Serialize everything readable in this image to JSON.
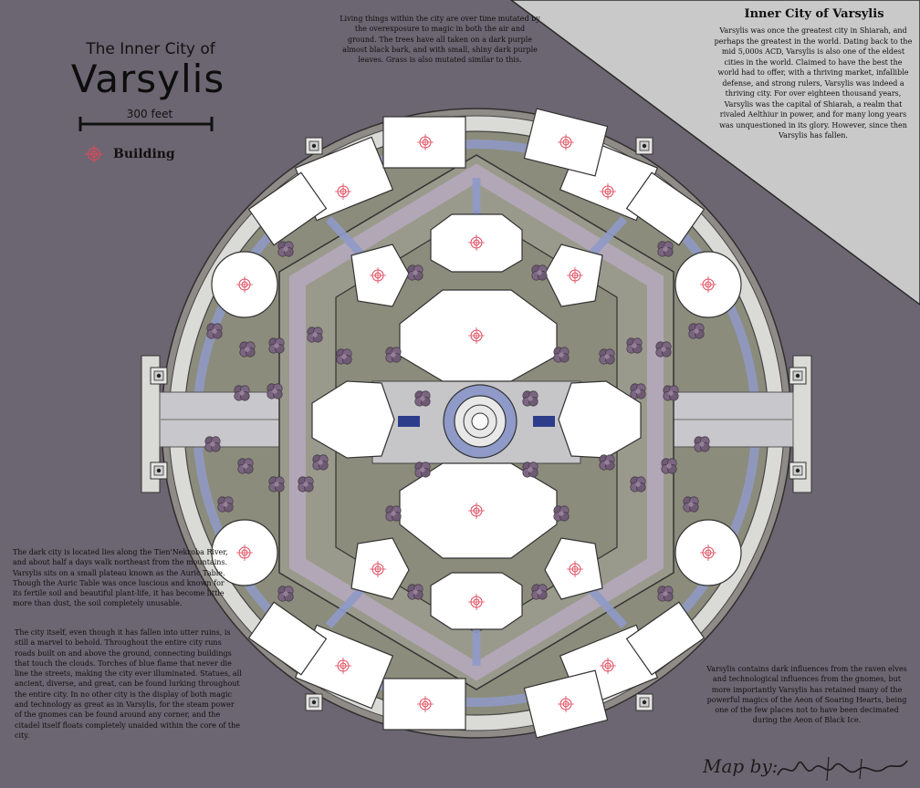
{
  "map": {
    "legend": {
      "title_small": "The Inner City of",
      "title_big": "Varsylis",
      "scale_label": "300 feet",
      "building_label": "Building"
    },
    "text_top": "Living things within the city are over time mutated by the overexposure to magic in both the air and ground. The trees have all taken on a dark purple almost black bark, and with small, shiny dark purple leaves. Grass is also mutated similar to this.",
    "panel_title": "Inner City of Varsylis",
    "panel_text": "Varsylis was once the greatest city in Shiarah, and perhaps the greatest in the world. Dating back to the mid 5,000s ACD, Varsylis is also one of the eldest cities in the world. Claimed to have the best the world had to offer, with a thriving market, infallible defense, and strong rulers, Varsylis was indeed a thriving city. For over eighteen thousand years, Varsylis was the capital of Shiarah, a realm that rivaled Aelthiur in power, and for many long years was unquestioned in its glory. However, since then Varsylis has fallen.",
    "text_left_1": "The dark city is located lies along the Tien'Nekroba River, and about half a days walk northeast from the mountains. Varsylis sits on a small plateau known as the Auric Table. Though the Auric Table was once luscious and known for its fertile soil and beautiful plant-life, it has become little more than dust, the soil completely unusable.",
    "text_left_2": "The city itself, even though it has fallen into utter ruins, is still a marvel to behold. Throughout the entire city runs roads built on and above the ground, connecting buildings that touch the clouds. Torches of blue flame that never die line the streets, making the city ever illuminated. Statues, all ancient, diverse, and great, can be found lurking throughout the entire city. In no other city is the display of both magic and technology as great as in Varsylis, for the steam power of the gnomes can be found around any corner, and the citadel itself floats completely unaided within the core of the city.",
    "text_bottom_right": "Varsylis contains dark influences from the raven elves and technological influences from the gnomes, but more importantly Varsylis has retained many of the powerful magics of the Aeon of Soaring Hearts, being one of the few places not to have been decimated during the Aeon of Black Ice.",
    "credit": "Map by:"
  },
  "colors": {
    "background": "#6c6672",
    "outer_ring": "#d9d9d6",
    "grass": "#8b8c7b",
    "plaza": "#c6c6c9",
    "road": "#8f9ac8",
    "zone": "#b6a9bd",
    "building": "#ffffff",
    "marker": "#e0485a",
    "tree": "#6e5a72",
    "panel": "#c8c8c8"
  }
}
